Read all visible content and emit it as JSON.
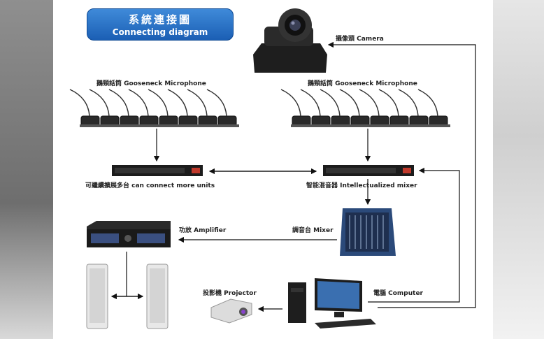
{
  "title": {
    "zh": "系統連接圖",
    "en": "Connecting diagram"
  },
  "labels": {
    "camera": "攝像頭 Camera",
    "mic_left": "鵝頸話筒 Gooseneck Microphone",
    "mic_right": "鵝頸話筒 Gooseneck Microphone",
    "more_units": "可繼續擴展多台 can connect more units",
    "intellectual_mixer": "智能混音器 Intellectualized mixer",
    "amplifier": "功放 Amplifier",
    "mixer": "調音台 Mixer",
    "projector": "投影機 Projector",
    "computer": "電腦 Computer"
  },
  "colors": {
    "badge": "#1b5fb4",
    "line": "#111111",
    "device_dark": "#1c1c1c",
    "mixer_blue": "#2b4a7a"
  }
}
